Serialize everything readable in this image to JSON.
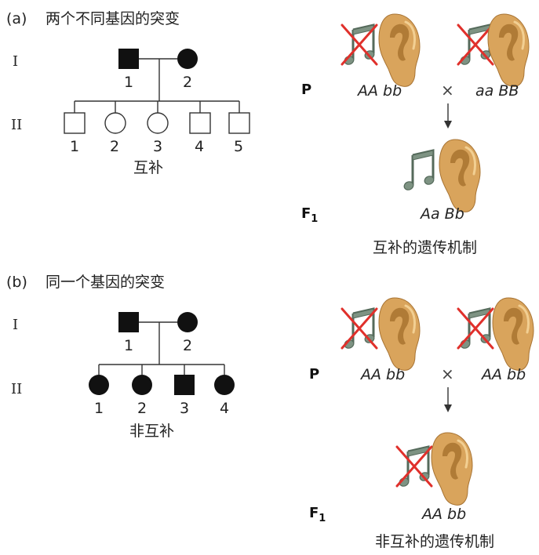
{
  "panels": [
    {
      "label": "(a)",
      "title": "两个不同基因的突变",
      "generations": [
        "I",
        "II"
      ],
      "gen1_numbers": [
        "1",
        "2"
      ],
      "gen2_numbers": [
        "1",
        "2",
        "3",
        "4",
        "5"
      ],
      "pedigree_caption": "互补",
      "P_label": "P",
      "F1_label": "F",
      "F1_sub": "1",
      "cross_symbol": "×",
      "parent1_genotype": "AA bb",
      "parent2_genotype": "aa BB",
      "f1_genotype": "Aa Bb",
      "mechanism_caption": "互补的遗传机制",
      "f1_hearing": "normal"
    },
    {
      "label": "(b)",
      "title": "同一个基因的突变",
      "generations": [
        "I",
        "II"
      ],
      "gen1_numbers": [
        "1",
        "2"
      ],
      "gen2_numbers": [
        "1",
        "2",
        "3",
        "4"
      ],
      "pedigree_caption": "非互补",
      "P_label": "P",
      "F1_label": "F",
      "F1_sub": "1",
      "cross_symbol": "×",
      "parent1_genotype": "AA bb",
      "parent2_genotype": "AA bb",
      "f1_genotype": "AA bb",
      "mechanism_caption": "非互补的遗传机制",
      "f1_hearing": "deaf"
    }
  ],
  "colors": {
    "ear_fill": "#d9a45c",
    "ear_shadow": "#b07b36",
    "note_fill": "#7e9383",
    "cross_out": "#e0302b",
    "affected_fill": "#111111"
  },
  "icons": [
    "ear-icon",
    "music-note-icon",
    "no-music-icon",
    "arrow-down-icon"
  ]
}
